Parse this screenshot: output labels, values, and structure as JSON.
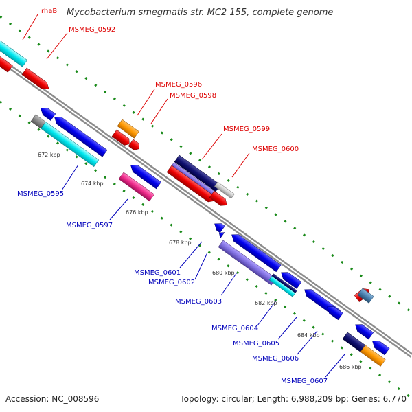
{
  "title": "Mycobacterium smegmatis str. MC2 155, complete genome",
  "footer": {
    "accession": "Accession: NC_008596",
    "summary": "Topology: circular; Length: 6,988,209 bp; Genes: 6,770"
  },
  "colors": {
    "forward_label": "#dd0000",
    "reverse_label": "#0000bb",
    "backbone": "#8c8c8c",
    "tick": "#1a8a1a"
  },
  "scale_labels": [
    "672 kbp",
    "674 kbp",
    "676 kbp",
    "678 kbp",
    "680 kbp",
    "682 kbp",
    "684 kbp",
    "686 kbp"
  ],
  "gene_labels": {
    "top": [
      "rhaB",
      "MSMEG_0592",
      "MSMEG_0596",
      "MSMEG_0598",
      "MSMEG_0599",
      "MSMEG_0600"
    ],
    "bottom": [
      "MSMEG_0595",
      "MSMEG_0597",
      "MSMEG_0601",
      "MSMEG_0602",
      "MSMEG_0603",
      "MSMEG_0604",
      "MSMEG_0605",
      "MSMEG_0606",
      "MSMEG_0607"
    ]
  }
}
